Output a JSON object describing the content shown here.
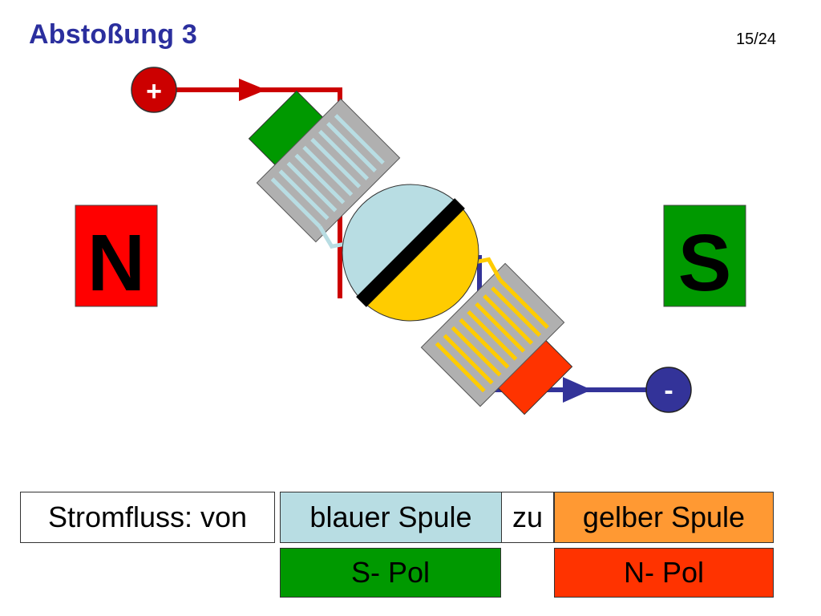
{
  "slide": {
    "title": "Abstoßung 3",
    "page": "15/24"
  },
  "magnets": {
    "north_label": "N",
    "south_label": "S"
  },
  "terminals": {
    "plus": "+",
    "minus": "-"
  },
  "legend": {
    "current_prefix": "Stromfluss: von",
    "from_coil": "blauer Spule",
    "connector": "zu",
    "to_coil": "gelber Spule",
    "from_pole": "S- Pol",
    "to_pole": "N- Pol"
  },
  "colors": {
    "title": "#2b2f9e",
    "north": "#ff0000",
    "south": "#009900",
    "wire_positive": "#cc0000",
    "wire_negative": "#333399",
    "blue_coil": "#b8dde3",
    "yellow_coil": "#ffcc00",
    "orange_box": "#ff9933",
    "red_pole_box": "#ff3300"
  }
}
